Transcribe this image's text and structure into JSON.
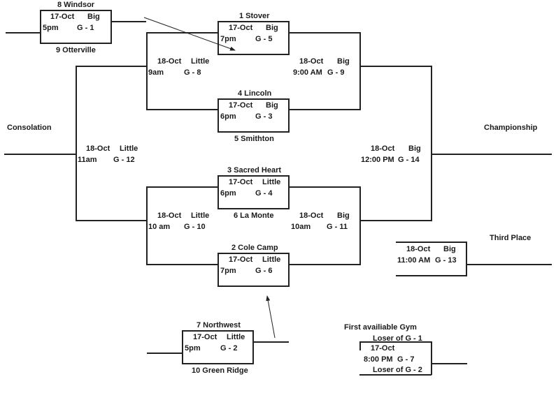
{
  "bracket": {
    "games": {
      "g1": {
        "team_top": "8 Windsor",
        "date": "17-Oct",
        "gym": "Big",
        "time": "5pm",
        "game": "G - 1",
        "team_bottom": "9 Otterville"
      },
      "g5": {
        "team_top": "1 Stover",
        "date": "17-Oct",
        "gym": "Big",
        "time": "7pm",
        "game": "G - 5"
      },
      "g3": {
        "team_top": "4 Lincoln",
        "date": "17-Oct",
        "gym": "Big",
        "time": "6pm",
        "game": "G - 3",
        "team_bottom": "5 Smithton"
      },
      "g4": {
        "team_top": "3 Sacred Heart",
        "date": "17-Oct",
        "gym": "Little",
        "time": "6pm",
        "game": "G - 4",
        "team_bottom": "6 La Monte"
      },
      "g6": {
        "team_top": "2 Cole Camp",
        "date": "17-Oct",
        "gym": "Little",
        "time": "7pm",
        "game": "G - 6"
      },
      "g2": {
        "team_top": "7 Northwest",
        "date": "17-Oct",
        "gym": "Little",
        "time": "5pm",
        "game": "G - 2",
        "team_bottom": "10 Green Ridge"
      },
      "g8": {
        "date": "18-Oct",
        "gym": "Little",
        "time": "9am",
        "game": "G - 8"
      },
      "g9": {
        "date": "18-Oct",
        "gym": "Big",
        "time": "9:00 AM",
        "game": "G - 9"
      },
      "g10": {
        "date": "18-Oct",
        "gym": "Little",
        "time": "10 am",
        "game": "G - 10"
      },
      "g11": {
        "date": "18-Oct",
        "gym": "Big",
        "time": "10am",
        "game": "G - 11"
      },
      "g12": {
        "date": "18-Oct",
        "gym": "Little",
        "time": "11am",
        "game": "G - 12"
      },
      "g14": {
        "date": "18-Oct",
        "gym": "Big",
        "time": "12:00 PM",
        "game": "G - 14"
      },
      "g13": {
        "date": "18-Oct",
        "gym": "Big",
        "time": "11:00 AM",
        "game": "G - 13"
      },
      "g7": {
        "heading": "First availiable Gym",
        "team_top": "Loser of G - 1",
        "date": "17-Oct",
        "time": "8:00 PM",
        "game": "G - 7",
        "team_bottom": "Loser of G - 2"
      }
    },
    "labels": {
      "consolation": "Consolation",
      "championship": "Championship",
      "third_place": "Third Place"
    }
  }
}
